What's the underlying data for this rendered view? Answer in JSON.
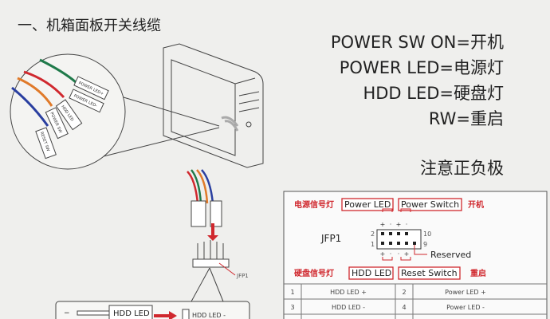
{
  "title": "一、机箱面板开关线缆",
  "legend": [
    "POWER SW ON=开机",
    "POWER LED=电源灯",
    "HDD LED=硬盘灯",
    "RW=重启"
  ],
  "note": "注意正负极",
  "connector_labels": [
    "POWER LED+",
    "POWER LED-",
    "HDD LED",
    "POWER SW",
    "RESET SW"
  ],
  "jfp_label": "JFP1",
  "inset": {
    "left_label": "HDD LED",
    "right_label": "HDD LED -",
    "minus": "−"
  },
  "panel": {
    "top_cn_left": "电源信号灯",
    "top_left_box": "Power LED",
    "top_right_box": "Power Switch",
    "top_cn_right": "开机",
    "header": "JFP1",
    "pin_nums": [
      "2",
      "1",
      "10",
      "9"
    ],
    "reserved": "Reserved",
    "bottom_cn_left": "硬盘信号灯",
    "bottom_left_box": "HDD LED",
    "bottom_right_box": "Reset Switch",
    "bottom_cn_right": "重启",
    "rows": [
      [
        "1",
        "HDD LED +",
        "2",
        "Power LED +"
      ],
      [
        "3",
        "HDD LED -",
        "4",
        "Power LED -"
      ]
    ]
  },
  "colors": {
    "accent": "#d0282e",
    "green": "#1f7a4a",
    "orange": "#e07a2a",
    "blue": "#2a3fa0"
  }
}
